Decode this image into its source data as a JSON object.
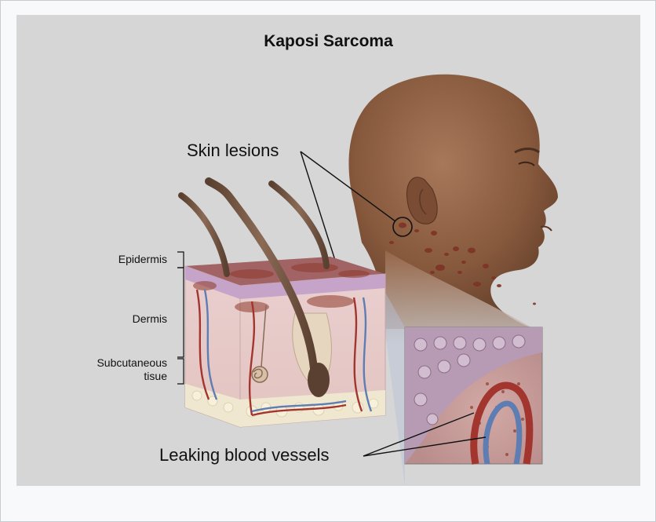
{
  "title": "Kaposi Sarcoma",
  "labels": {
    "skin_lesions": "Skin lesions",
    "epidermis": "Epidermis",
    "dermis": "Dermis",
    "subcutaneous_line1": "Subcutaneous",
    "subcutaneous_line2": "tisue",
    "leaking_vessels": "Leaking blood vessels"
  },
  "colors": {
    "background": "#d6d6d6",
    "skin": "#8a5a3c",
    "lesion": "#8e3a2a",
    "artery": "#a3352f",
    "vein": "#5d7db3"
  }
}
